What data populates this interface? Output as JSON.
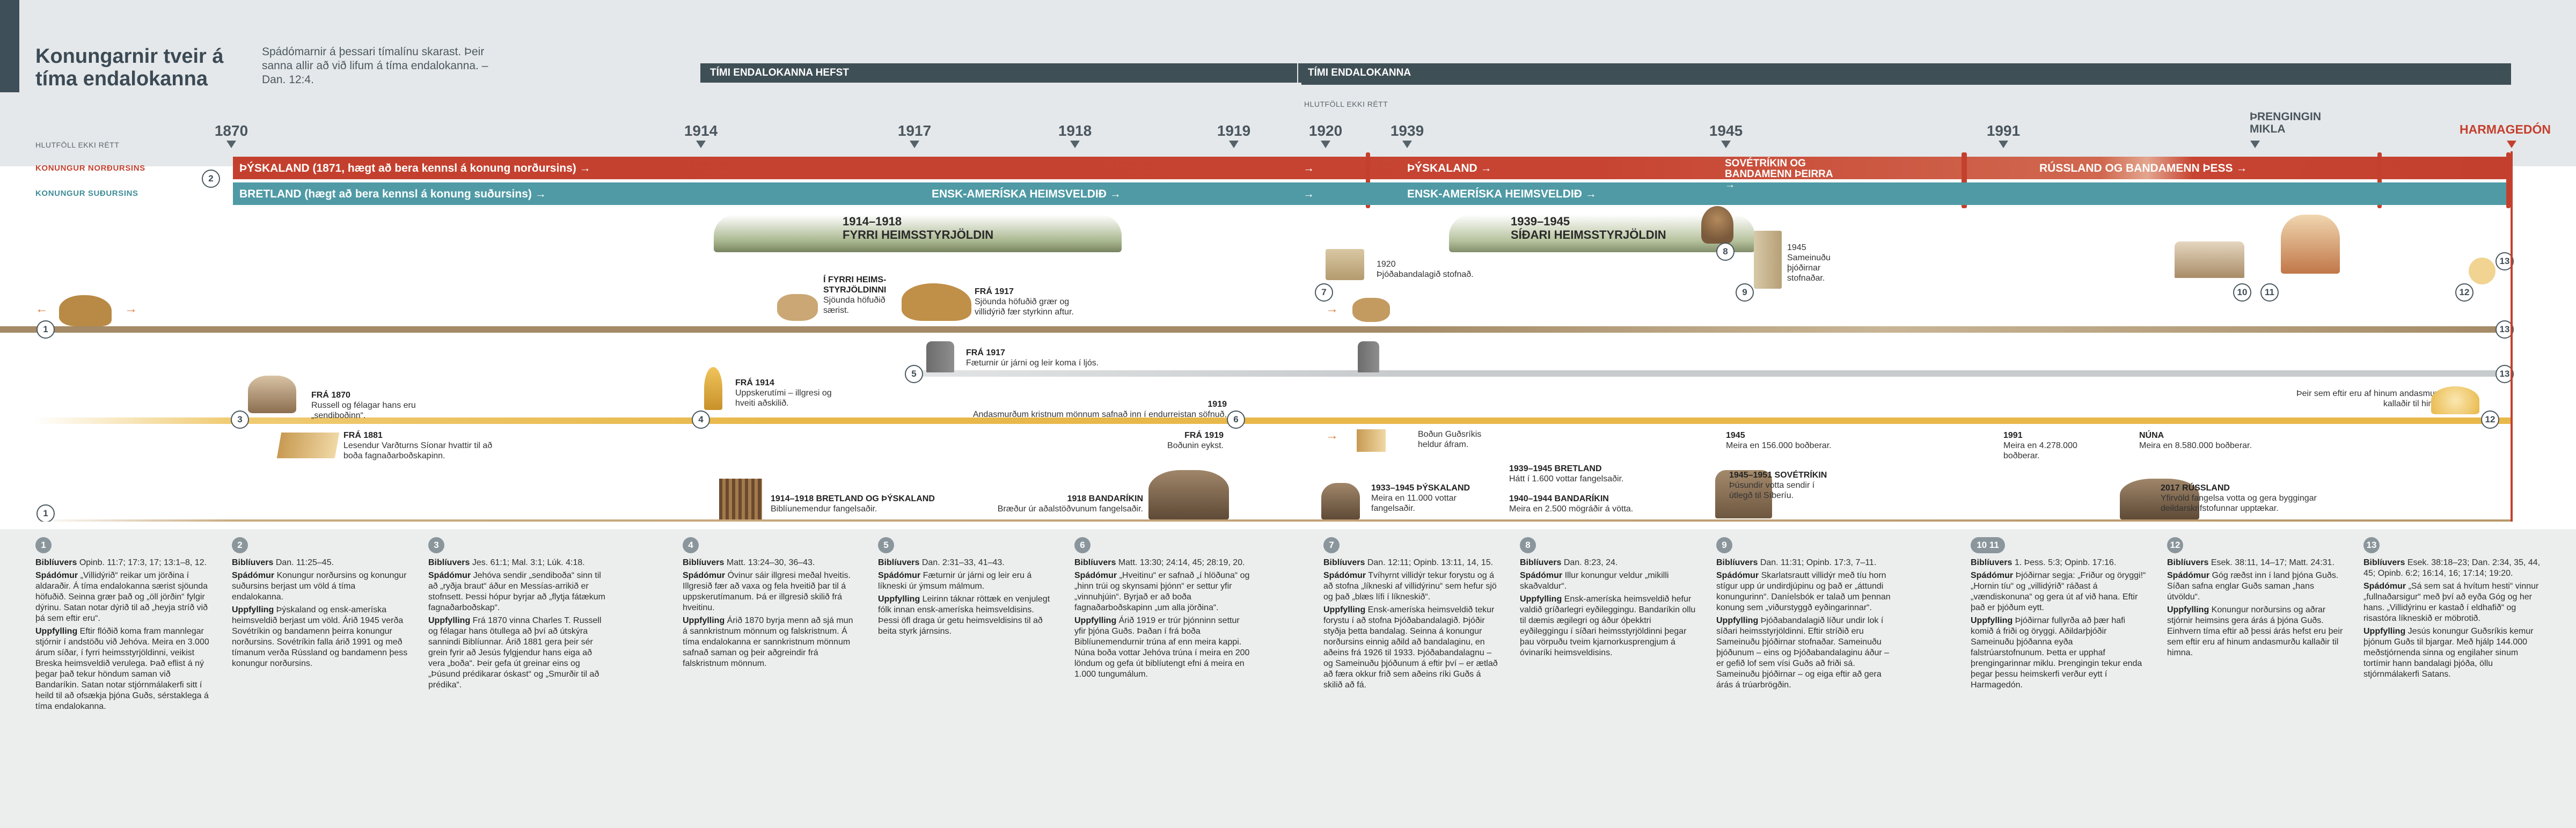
{
  "title": "Konungarnir tveir á tíma endalokanna",
  "intro": "Spádómarnir á þessari tímalínu skarast. Þeir sanna allir að við lifum á tíma endalokanna. – Dan. 12:4.",
  "eras": {
    "first": "TÍMI ENDALOKANNA HEFST",
    "second": "TÍMI ENDALOKANNA",
    "scale_note": "HLUTFÖLL EKKI RÉTT"
  },
  "scale_note_left": "HLUTFÖLL EKKI RÉTT",
  "years": [
    {
      "label": "1870",
      "end": false
    },
    {
      "label": "1914",
      "end": false
    },
    {
      "label": "1917",
      "end": false
    },
    {
      "label": "1918",
      "end": false
    },
    {
      "label": "1919",
      "end": false
    },
    {
      "label": "1920",
      "end": false
    },
    {
      "label": "1939",
      "end": false
    },
    {
      "label": "1945",
      "end": false
    },
    {
      "label": "1991",
      "end": false
    },
    {
      "label": "ÞRENGINGIN MIKLA",
      "end": false
    },
    {
      "label": "HARMAGEDÓN",
      "end": true
    }
  ],
  "kings": {
    "north_label": "KONUNGUR NORÐURSINS",
    "south_label": "KONUNGUR SUÐURSINS"
  },
  "north_band": {
    "seg1": "ÞÝSKALAND (1871, hægt að bera kennsl á konung norðursins) →",
    "seg2": "ÞÝSKALAND →",
    "seg3": "SOVÉTRÍKIN OG BANDAMENN ÞEIRRA →",
    "seg4": "RÚSSLAND OG BANDAMENN ÞESS →",
    "arrow": "→"
  },
  "south_band": {
    "seg1": "BRETLAND (hægt að bera kennsl á konung suðursins) →",
    "seg2": "ENSK-AMERÍSKA HEIMSVELDIÐ →",
    "seg3": "ENSK-AMERÍSKA HEIMSVELDIÐ →",
    "arrow": "→"
  },
  "events": {
    "ww1_years": "1914–1918",
    "ww1_name": "FYRRI HEIMSSTYRJÖLDIN",
    "ww2_years": "1939–1945",
    "ww2_name": "SÍÐARI HEIMSSTYRJÖLDIN",
    "league_year": "1920",
    "league_text": "Þjóðabandalagið stofnað.",
    "un_year": "1945",
    "un_text": "Sameinuðu þjóðirnar stofnaðar.",
    "head_title": "Í FYRRI HEIMS-STYRJÖLDINNI",
    "head_text": "Sjöunda höfuðið særist.",
    "fra1917_head": "FRÁ 1917",
    "fra1917_text": "Sjöunda höfuðið grær og villidýrið fær styrkinn aftur.",
    "iron_head": "FRÁ 1917",
    "iron_text": "Fæturnir úr járni og leir koma í ljós.",
    "fra1914_head": "FRÁ 1914",
    "fra1914_text": "Uppskerutími – illgresi og hveiti aðskilið.",
    "andasmurdum": "Andasmurðum kristnum mönnum safnað inn í endurreistan söfnuð.",
    "y1919": "1919",
    "fra1870_head": "FRÁ 1870",
    "fra1870_text": "Russell og félagar hans eru „sendiboðinn“.",
    "fra1881_head": "FRÁ 1881",
    "fra1881_text": "Lesendur Varðturns Síonar hvattir til að boða fagnaðarboðskapinn.",
    "fra1919_head": "FRÁ 1919",
    "fra1919_text": "Boðunin eykst.",
    "bodun": "Boðun Guðsríkis heldur áfram.",
    "remnant": "Þeir sem eftir eru af hinum andasmurðu kallaðir til himna.",
    "pub1945_year": "1945",
    "pub1945_text": "Meira en 156.000 boðberar.",
    "pub1991_year": "1991",
    "pub1991_text": "Meira en 4.278.000 boðberar.",
    "nuna_year": "NÚNA",
    "nuna_text": "Meira en 8.580.000 boðberar.",
    "ww1_persec_years": "1914–1918 BRETLAND OG ÞÝSKALAND",
    "ww1_persec_text": "Biblíunemendur fangelsaðir.",
    "ban1918_head": "1918 BANDARÍKIN",
    "ban1918_text": "Bræður úr aðalstöðvunum fangelsaðir.",
    "g1933_head": "1933–1945 ÞÝSKALAND",
    "g1933_text": "Meira en 11.000 vottar fangelsaðir.",
    "b1939_head": "1939–1945 BRETLAND",
    "b1939_text": "Hátt í 1.600 vottar fangelsaðir.",
    "u1940_head": "1940–1944 BANDARÍKIN",
    "u1940_text": "Meira en 2.500 mögráðir á vötta.",
    "sov_head": "1945–1951 SOVÉTRÍKIN",
    "sov_text": "Þúsundir votta sendir í útlegð til Síberíu.",
    "rus_head": "2017 RÚSSLAND",
    "rus_text": "Yfirvöld fangelsa votta og gera byggingar deildarskrifstofunnar upptækar."
  },
  "notes": [
    {
      "num": "1",
      "b1": "Biblíuvers",
      "t1": "Opinb. 11:7; 17:3, 17; 13:1–8, 12.",
      "b2": "Spádómur",
      "t2": "„Villidýrið“ reikar um jörðina í aldaraðir. Á tíma endalokanna særist sjöunda höfuðið. Seinna grær það og „öll jörðin“ fylgir dýrinu. Satan notar dýrið til að „heyja stríð við þá sem eftir eru“.",
      "b3": "Uppfylling",
      "t3": "Eftir flóðið koma fram mannlegar stjórnir í andstöðu við Jehóva. Meira en 3.000 árum síðar, í fyrri heimsstyrjöldinni, veikist Breska heimsveldið verulega. Það eflist á ný þegar það tekur höndum saman við Bandaríkin. Satan notar stjórnmálakerfi sitt í heild til að ofsækja þjóna Guðs, sérstaklega á tíma endalokanna."
    },
    {
      "num": "2",
      "b1": "Biblíuvers",
      "t1": "Dan. 11:25–45.",
      "b2": "Spádómur",
      "t2": "Konungur norðursins og konungur suðursins berjast um völd á tíma endalokanna.",
      "b3": "Uppfylling",
      "t3": "Þýskaland og ensk-ameríska heimsveldið berjast um völd. Árið 1945 verða Sovétríkin og bandamenn þeirra konungur norðursins. Sovétríkin falla árið 1991 og með tímanum verða Rússland og bandamenn þess konungur norðursins."
    },
    {
      "num": "3",
      "b1": "Biblíuvers",
      "t1": "Jes. 61:1; Mal. 3:1; Lúk. 4:18.",
      "b2": "Spádómur",
      "t2": "Jehóva sendir „sendiboða“ sinn til að „ryðja braut“ áður en Messías-arrikið er stofnsett. Þessi hópur byrjar að „flytja fátækum fagnaðarboðskap“.",
      "b3": "Uppfylling",
      "t3": "Frá 1870 vinna Charles T. Russell og félagar hans ötullega að því að útskýra sannindi Biblíunnar. Árið 1881 gera þeir sér grein fyrir að Jesús fylgjendur hans eiga að vera „boða“. Þeir gefa út greinar eins og „Þúsund prédikarar óskast“ og „Smurðir til að prédika“."
    },
    {
      "num": "4",
      "b1": "Biblíuvers",
      "t1": "Matt. 13:24–30, 36–43.",
      "b2": "Spádómur",
      "t2": "Óvinur sáir illgresi meðal hveitis. Illgresið fær að vaxa og fela hveitið þar til á uppskerutímanum. Þá er illgresið skilið frá hveitinu.",
      "b3": "Uppfylling",
      "t3": "Árið 1870 byrja menn að sjá mun á sannkristnum mönnum og falskristnum. Á tíma endalokanna er sannkristnum mönnum safnað saman og þeir aðgreindir frá falskristnum mönnum."
    },
    {
      "num": "5",
      "b1": "Biblíuvers",
      "t1": "Dan. 2:31–33, 41–43.",
      "b2": "Spádómur",
      "t2": "Fæturnir úr járni og leir eru á líkneski úr ýmsum málmum.",
      "b3": "Uppfylling",
      "t3": "Leirinn táknar röttæk en venjulegt fólk innan ensk-ameríska heimsveldisins. Þessi öfl draga úr getu heimsveldisins til að beita styrk járnsins."
    },
    {
      "num": "6",
      "b1": "Biblíuvers",
      "t1": "Matt. 13:30; 24:14, 45; 28:19, 20.",
      "b2": "Spádómur",
      "t2": "„Hveitinu“ er safnað „í hlöðuna“ og „hinn trúi og skynsami þjónn“ er settur yfir „vinnuhjúin“. Byrjað er að boða fagnaðarboðskapinn „um alla jörðina“.",
      "b3": "Uppfylling",
      "t3": "Árið 1919 er trúr þjónninn settur yfir þjóna Guðs. Þaðan í frá boða Biblíunemendurnir trúna af enn meira kappi. Núna boða vottar Jehóva trúna í meira en 200 löndum og gefa út biblíutengt efni á meira en 1.000 tungumálum."
    },
    {
      "num": "7",
      "b1": "Biblíuvers",
      "t1": "Dan. 12:11; Opinb. 13:11, 14, 15.",
      "b2": "Spádómur",
      "t2": "Tvíhyrnt villidýr tekur forystu og á að stofna „líkneski af villidýrinu“ sem hefur sjö og það „blæs lífi í líkneskið“.",
      "b3": "Uppfylling",
      "t3": "Ensk-ameríska heimsveldið tekur forystu í að stofna Þjóðabandalagið. Þjóðir styðja þetta bandalag. Seinna á konungur norðursins einnig aðild að bandalaginu, en aðeins frá 1926 til 1933. Þjóðabandalagnu – og Sameinuðu þjóðunum á eftir því – er ætlað að færa okkur frið sem aðeins ríki Guðs á skilið að fá."
    },
    {
      "num": "8",
      "b1": "Biblíuvers",
      "t1": "Dan. 8:23, 24.",
      "b2": "Spádómur",
      "t2": "Illur konungur veldur „mikilli skaðvaldur“.",
      "b3": "Uppfylling",
      "t3": "Ensk-ameríska heimsveldið hefur valdið gríðarlegri eyðileggingu. Bandaríkin ollu til dæmis ægilegri og áður óþekktri eyðileggingu í síðari heimsstyrjöldinni þegar þau vörpuðu tveim kjarnorkusprengjum á óvinaríki heimsveldisins."
    },
    {
      "num": "9",
      "b1": "Biblíuvers",
      "t1": "Dan. 11:31; Opinb. 17:3, 7–11.",
      "b2": "Spádómur",
      "t2": "Skarlatsrautt villidýr með tíu horn stígur upp úr undirdjúpinu og það er „áttundi konungurinn“. Daníelsbók er talað um þennan konung sem „viðurstyggð eyðingarinnar“.",
      "b3": "Uppfylling",
      "t3": "Þjóðabandalagið líður undir lok í síðari heimsstyrjöldinni. Eftir stríðið eru Sameinuðu þjóðirnar stofnaðar. Sameinuðu þjóðunum – eins og Þjóðabandalaginu áður – er gefið lof sem vísi Guðs að friði sá. Sameinuðu þjóðirnar – og eiga eftir að gera árás á trúarbrögðin."
    },
    {
      "num": "10 11",
      "b1": "Biblíuvers",
      "t1": "1. Þess. 5:3; Opinb. 17:16.",
      "b2": "Spádómur",
      "t2": "Þjóðirnar segja: „Friður og öryggi!“ „Hornin tíu“ og „villidýrið“ ráðast á „vændiskonuna“ og gera út af við hana. Eftir það er þjóðum eytt.",
      "b3": "Uppfylling",
      "t3": "Þjóðirnar fullyrða að þær hafi komið á friði og öryggi. Aðildarþjóðir Sameinuðu þjóðanna eyða falstrúarstofnunum. Þetta er upphaf þrengingarinnar miklu. Þrengingin tekur enda þegar þessu heimskerfi verður eytt í Harmagedón."
    },
    {
      "num": "12",
      "b1": "Biblíuvers",
      "t1": "Esek. 38:11, 14–17; Matt. 24:31.",
      "b2": "Spádómur",
      "t2": "Góg ræðst inn í land þjóna Guðs. Síðan safna englar Guðs saman „hans útvöldu“.",
      "b3": "Uppfylling",
      "t3": "Konungur norðursins og aðrar stjórnir heimsins gera árás á þjóna Guðs. Einhvern tíma eftir að þessi árás hefst eru þeir sem eftir eru af hinum andasmurðu kallaðir til himna."
    },
    {
      "num": "13",
      "b1": "Biblíuvers",
      "t1": "Esek. 38:18–23; Dan. 2:34, 35, 44, 45; Opinb. 6:2; 16:14, 16; 17:14; 19:20.",
      "b2": "Spádómur",
      "t2": "„Sá sem sat á hvítum hesti“ vinnur „fullnaðarsigur“ með því að eyða Góg og her hans. „Villidýrinu er kastað í eldhafið“ og risastóra líkneskið er möbrotið.",
      "b3": "Uppfylling",
      "t3": "Jesús konungur Guðsríkis kemur þjónum Guðs til bjargar. Með hjálp 144.000 meðstjórnenda sinna og engilaher sinum tortímir hann bandalagi þjóða, öllu stjórnmálakerfi Satans."
    }
  ],
  "colors": {
    "north": "#c4402e",
    "south": "#4f9aa5",
    "north_text": "#c4402e",
    "south_text": "#3f8d98",
    "gold": "#e8b84a",
    "brown": "#a48a66",
    "gray": "#c7cbcd",
    "accent": "#3f4f5a"
  }
}
